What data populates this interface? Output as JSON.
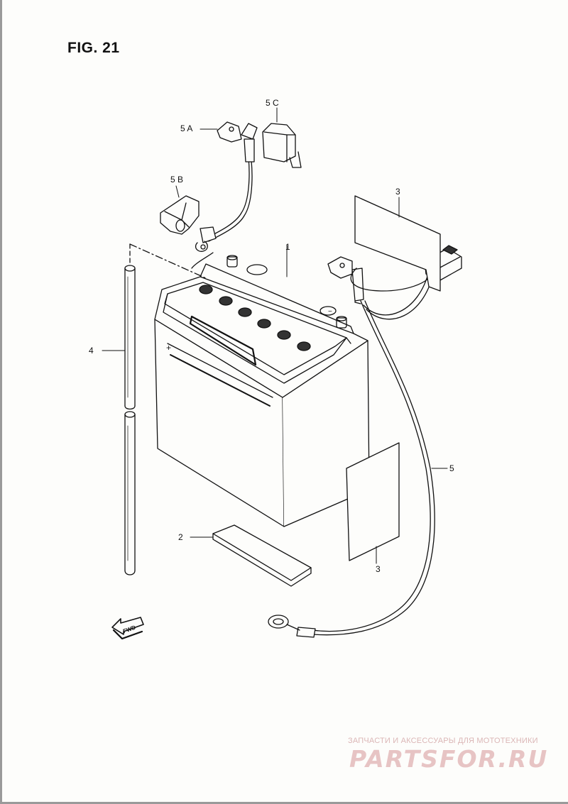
{
  "figure": {
    "title": "FIG. 21"
  },
  "callouts": {
    "battery": "1",
    "pad": "2",
    "sheet_top": "3",
    "sheet_bottom": "3",
    "breather_hose": "4",
    "lead_wire": "5",
    "terminal_a": "5 A",
    "terminal_b": "5 B",
    "terminal_c": "5 C"
  },
  "battery": {
    "plus_mark": "+",
    "minus_mark": "−"
  },
  "fwd_arrow": {
    "text": "FWD"
  },
  "watermark": {
    "line1": "ЗАПЧАСТИ И АКСЕССУАРЫ ДЛЯ МОТОТЕХНИКИ",
    "line2": "PARTSFOR.RU"
  },
  "colors": {
    "ink": "#111111",
    "paper": "#fdfdfb",
    "watermark": "#e7c4c4"
  }
}
